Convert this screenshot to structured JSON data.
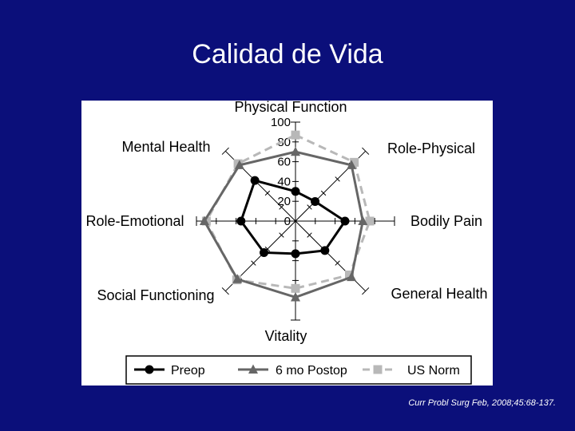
{
  "slide": {
    "title": "Calidad de Vida",
    "citation": "Curr Probl Surg Feb, 2008;45:68-137."
  },
  "chart_data": {
    "type": "radar",
    "axes": [
      "Physical Function",
      "Role-Physical",
      "Bodily Pain",
      "General Health",
      "Vitality",
      "Social Functioning",
      "Role-Emotional",
      "Mental Health"
    ],
    "radial_ticks": [
      0,
      20,
      40,
      60,
      80,
      100
    ],
    "rlim": [
      0,
      100
    ],
    "legend_position": "bottom",
    "series": [
      {
        "name": "Preop",
        "marker": "circle",
        "line": "solid",
        "color": "#000000",
        "values": [
          30,
          28,
          50,
          42,
          33,
          45,
          55,
          58
        ]
      },
      {
        "name": "6 mo Postop",
        "marker": "triangle",
        "line": "solid",
        "color": "#666666",
        "values": [
          70,
          80,
          68,
          80,
          77,
          83,
          92,
          80
        ]
      },
      {
        "name": "US Norm",
        "marker": "square",
        "line": "dashed",
        "color": "#b8b8b8",
        "values": [
          87,
          84,
          75,
          77,
          68,
          84,
          90,
          82
        ]
      }
    ]
  }
}
